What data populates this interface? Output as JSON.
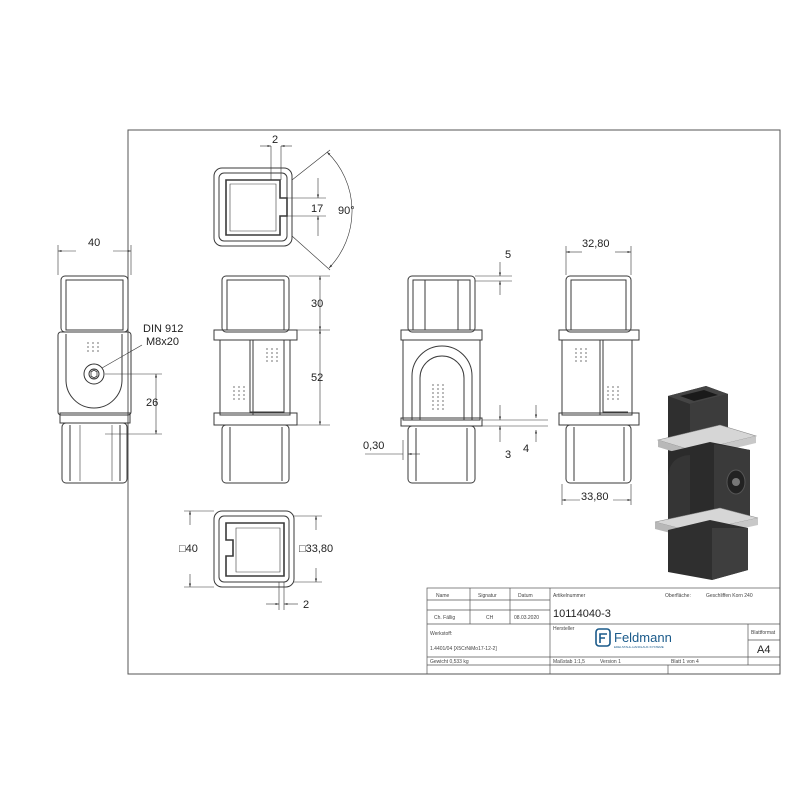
{
  "dimensions": {
    "wall": "2",
    "slot": "17",
    "angle": "90°",
    "width": "40",
    "screw_norm": "DIN 912",
    "screw_size": "M8x20",
    "screw_height": "26",
    "top_height": "30",
    "mid_height": "52",
    "offset_top": "5",
    "gap": "0,30",
    "offset_a": "3",
    "offset_b": "4",
    "width_right": "32,80",
    "width_right_bottom": "33,80",
    "square_left": "□40",
    "square_right": "□33,80",
    "wall_bottom": "2"
  },
  "title_block": {
    "col_name": "Name",
    "col_signature": "Signatur",
    "col_date": "Datum",
    "row_name": "Ch. Fällig",
    "row_signature": "CH",
    "row_date": "08.03.2020",
    "article_label": "Artikelnummer",
    "article_number": "10114040-3",
    "surface_label": "Oberfläche:",
    "surface_value": "Geschliffen Korn 240",
    "manufacturer_label": "Hersteller",
    "material_label": "Werkstoff:",
    "material_value": "1.4401/04 [X5CrNiMo17-12-2]",
    "logo_text": "Feldmann",
    "logo_tagline": "EDELSTAHL-HANDLAUF-SYSTEME",
    "format_label": "Blattformat",
    "format_value": "A4",
    "weight": "Gewicht 0,533 kg",
    "scale": "Maßstab 1:1,5",
    "version": "Version 1",
    "sheet": "Blatt 1 von 4"
  },
  "colors": {
    "line": "#3a3a3a",
    "render_dark": "#2e2e2e",
    "render_light": "#d8d8d8",
    "brand": "#1a5a8a"
  }
}
